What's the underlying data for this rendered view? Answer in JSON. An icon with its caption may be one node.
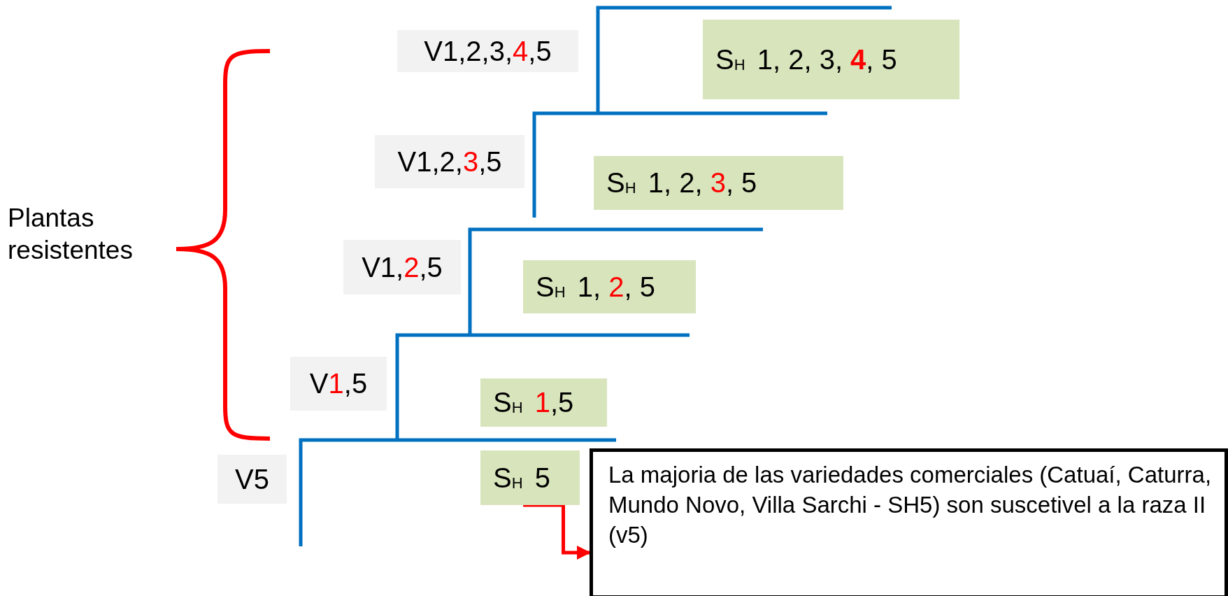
{
  "diagram": {
    "nodes": [
      {
        "text": [
          "V1,2,3,4,5"
        ]
      },
      {
        "text": [
          "S$_{H}$ 1, 2, 3, **4**, 5"
        ]
      },
      {
        "text": [
          "V1,2,3,5"
        ]
      },
      {
        "text": [
          "S$_{H}$ 1, 2, 3, 5"
        ]
      },
      {
        "text": [
          "V1,2,5"
        ]
      },
      {
        "text": [
          "S$_{H}$ 1, 2, 5"
        ]
      },
      {
        "text": [
          "V1,5"
        ]
      },
      {
        "text": [
          "S$_{H}$ 1,5"
        ]
      },
      {
        "text": [
          "V5"
        ]
      },
      {
        "text": [
          "S$_{H}$ 5"
        ]
      },
      {
        "text": [
          "La majoria de las variedades comerciales (Catuaí, Caturra, Mundo Novo, Villa Sarchi - SH5) son suscetivel a la raza II (v5)"
        ]
      }
    ],
    "edges": [
      {
        "from": 9,
        "to": 10,
        "arrow": "to"
      }
    ],
    "labels": [
      "Plantas resistentes"
    ]
  }
}
